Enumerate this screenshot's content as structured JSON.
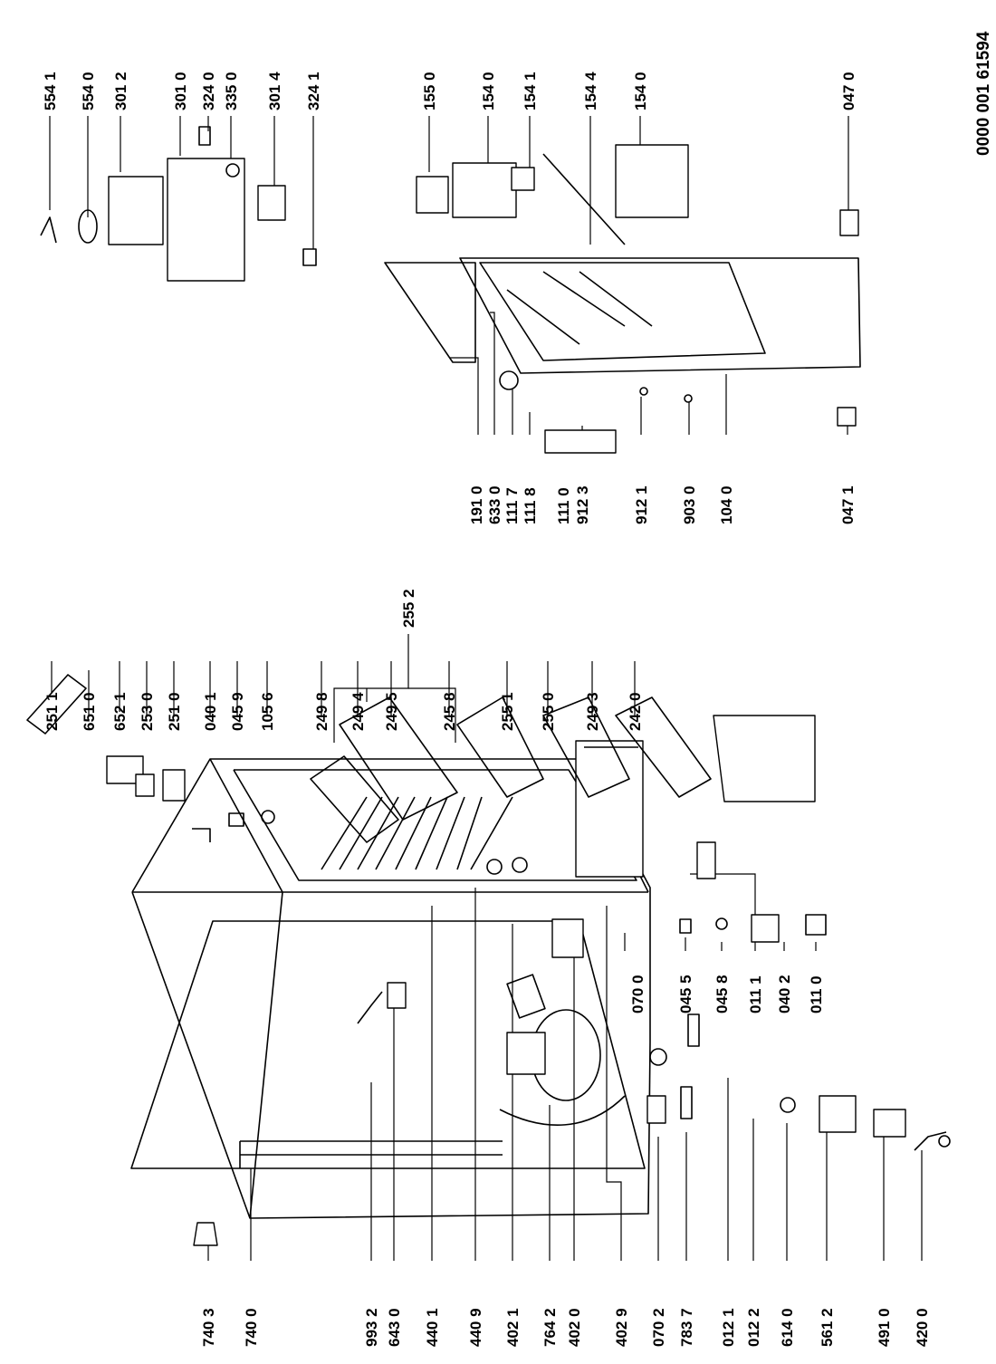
{
  "document_number": "0000 001 61594",
  "labels": [
    "554 1",
    "554 0",
    "301 2",
    "301 0",
    "324 0",
    "335 0",
    "301 4",
    "324 1",
    "155 0",
    "154 0",
    "154 1",
    "154 4",
    "154 0",
    "047 0",
    "251 1",
    "651 0",
    "652 1",
    "253 0",
    "251 0",
    "040 1",
    "045 9",
    "105 6",
    "249 8",
    "249 4",
    "249 5",
    "255 2",
    "245 8",
    "255 1",
    "255 0",
    "249 3",
    "242 0",
    "191 0",
    "633 0",
    "111 7",
    "111 8",
    "111 0",
    "912 3",
    "912 1",
    "903 0",
    "104 0",
    "047 1",
    "740 3",
    "740 0",
    "993 2",
    "643 0",
    "440 1",
    "440 9",
    "402 1",
    "764 2",
    "402 0",
    "402 9",
    "070 2",
    "783 7",
    "012 1",
    "012 2",
    "614 0",
    "561 2",
    "491 0",
    "420 0",
    "070 0",
    "045 5",
    "045 8",
    "011 1",
    "040 2",
    "011 0"
  ]
}
